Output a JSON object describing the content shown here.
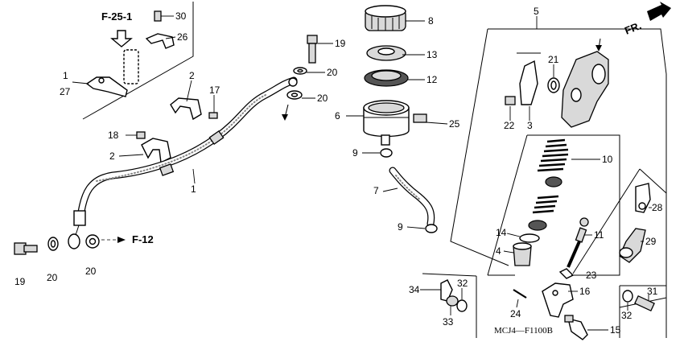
{
  "diagram": {
    "drawing_code": "MCJ4—F1100B",
    "direction_label": "FR.",
    "refs": {
      "f25": "F-25-1",
      "f12": "F-12"
    },
    "callouts": [
      {
        "id": "c30",
        "label": "30"
      },
      {
        "id": "c26",
        "label": "26"
      },
      {
        "id": "c1a",
        "label": "1"
      },
      {
        "id": "c27",
        "label": "27"
      },
      {
        "id": "c2a",
        "label": "2"
      },
      {
        "id": "c17",
        "label": "17"
      },
      {
        "id": "c18",
        "label": "18"
      },
      {
        "id": "c2b",
        "label": "2"
      },
      {
        "id": "c1b",
        "label": "1"
      },
      {
        "id": "c19a",
        "label": "19"
      },
      {
        "id": "c20a",
        "label": "20"
      },
      {
        "id": "c20b",
        "label": "20"
      },
      {
        "id": "c19b",
        "label": "19"
      },
      {
        "id": "c20c",
        "label": "20"
      },
      {
        "id": "c20d",
        "label": "20"
      },
      {
        "id": "c8",
        "label": "8"
      },
      {
        "id": "c13",
        "label": "13"
      },
      {
        "id": "c12",
        "label": "12"
      },
      {
        "id": "c6",
        "label": "6"
      },
      {
        "id": "c25",
        "label": "25"
      },
      {
        "id": "c9a",
        "label": "9"
      },
      {
        "id": "c7",
        "label": "7"
      },
      {
        "id": "c9b",
        "label": "9"
      },
      {
        "id": "c5",
        "label": "5"
      },
      {
        "id": "c21",
        "label": "21"
      },
      {
        "id": "c22",
        "label": "22"
      },
      {
        "id": "c3",
        "label": "3"
      },
      {
        "id": "c10",
        "label": "10"
      },
      {
        "id": "c28",
        "label": "28"
      },
      {
        "id": "c29",
        "label": "29"
      },
      {
        "id": "c11",
        "label": "11"
      },
      {
        "id": "c14",
        "label": "14"
      },
      {
        "id": "c4",
        "label": "4"
      },
      {
        "id": "c23",
        "label": "23"
      },
      {
        "id": "c16",
        "label": "16"
      },
      {
        "id": "c24",
        "label": "24"
      },
      {
        "id": "c34",
        "label": "34"
      },
      {
        "id": "c32a",
        "label": "32"
      },
      {
        "id": "c33",
        "label": "33"
      },
      {
        "id": "c31",
        "label": "31"
      },
      {
        "id": "c32b",
        "label": "32"
      },
      {
        "id": "c15",
        "label": "15"
      }
    ]
  }
}
